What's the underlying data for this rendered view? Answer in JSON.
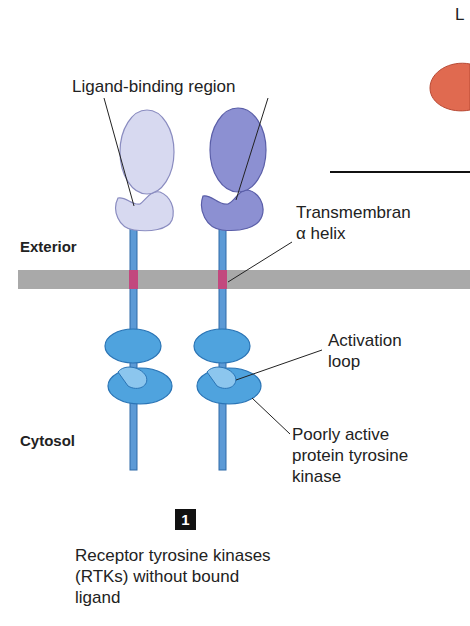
{
  "diagram": {
    "caption": "Receptor tyrosine kinases (RTKs) without bound ligand",
    "nodes": [
      {
        "text": [
          "1"
        ]
      }
    ],
    "labels": [
      "Ligand-binding region",
      "L",
      "Exterior",
      "Transmembran α helix",
      "Activation loop",
      "Cytosol",
      "Poorly active protein tyrosine kinase"
    ]
  }
}
